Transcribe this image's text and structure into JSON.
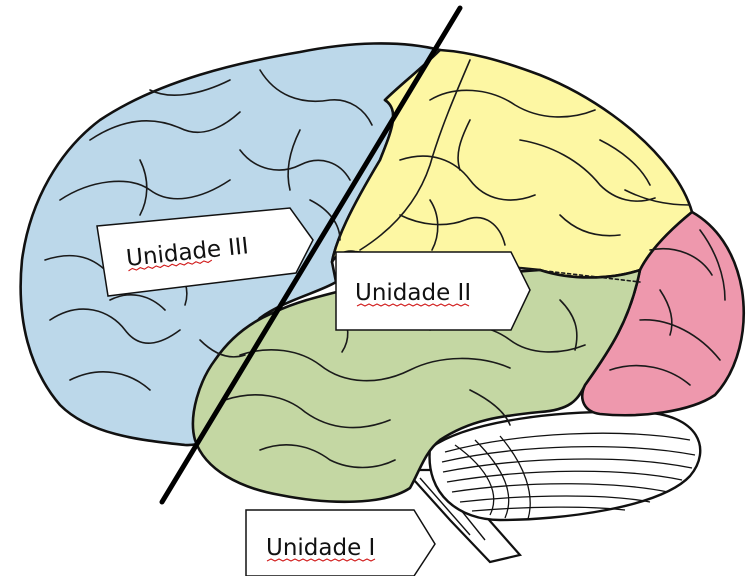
{
  "labels": {
    "unit3": "Unidade III",
    "unit2": "Unidade II",
    "unit1": "Unidade I"
  },
  "colors": {
    "frontal": "#bcd8ea",
    "parietal": "#fdf7a3",
    "temporal": "#c4d7a3",
    "occipital": "#ee98ad",
    "cerebellum": "#ffffff",
    "outline": "#111111",
    "divider": "#000000",
    "spellcheck": "#d11a1a"
  }
}
